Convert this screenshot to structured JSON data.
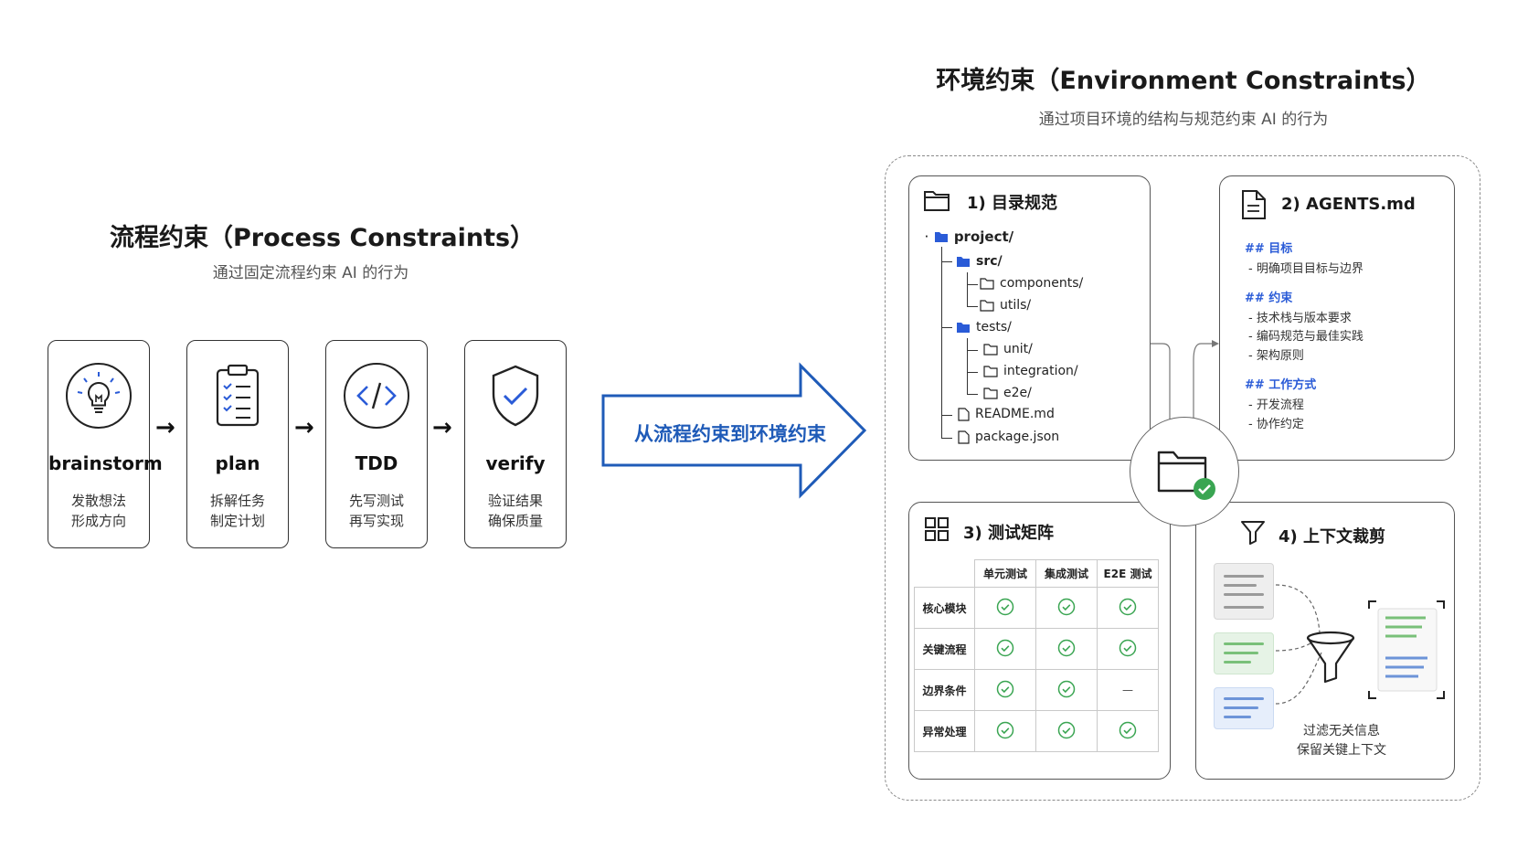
{
  "process": {
    "title": "流程约束（Process Constraints）",
    "subtitle": "通过固定流程约束 AI 的行为",
    "steps": [
      {
        "name": "brainstorm",
        "line1": "发散想法",
        "line2": "形成方向",
        "icon": "lightbulb-icon"
      },
      {
        "name": "plan",
        "line1": "拆解任务",
        "line2": "制定计划",
        "icon": "clipboard-checklist-icon"
      },
      {
        "name": "TDD",
        "line1": "先写测试",
        "line2": "再写实现",
        "icon": "code-icon"
      },
      {
        "name": "verify",
        "line1": "验证结果",
        "line2": "确保质量",
        "icon": "shield-check-icon"
      }
    ],
    "arrow_glyph": "→"
  },
  "transition": {
    "label": "从流程约束到环境约束",
    "color": "#1f5bb8"
  },
  "environment": {
    "title": "环境约束（Environment Constraints）",
    "subtitle": "通过项目环境的结构与规范约束 AI 的行为",
    "directory": {
      "title": "1) 目录规范",
      "items": {
        "root": "project/",
        "src": "src/",
        "components": "components/",
        "utils": "utils/",
        "tests": "tests/",
        "unit": "unit/",
        "integration": "integration/",
        "e2e": "e2e/",
        "readme": "README.md",
        "package": "package.json"
      }
    },
    "agents": {
      "title": "2) AGENTS.md",
      "sections": [
        {
          "heading": "## 目标",
          "items": [
            "- 明确项目目标与边界"
          ]
        },
        {
          "heading": "## 约束",
          "items": [
            "- 技术栈与版本要求",
            "- 编码规范与最佳实践",
            "- 架构原则"
          ]
        },
        {
          "heading": "## 工作方式",
          "items": [
            "- 开发流程",
            "- 协作约定"
          ]
        }
      ]
    },
    "matrix": {
      "title": "3) 测试矩阵",
      "columns": [
        "单元测试",
        "集成测试",
        "E2E 测试"
      ],
      "rows": [
        {
          "label": "核心模块",
          "cells": [
            "check",
            "check",
            "check"
          ]
        },
        {
          "label": "关键流程",
          "cells": [
            "check",
            "check",
            "check"
          ]
        },
        {
          "label": "边界条件",
          "cells": [
            "check",
            "check",
            "—"
          ]
        },
        {
          "label": "异常处理",
          "cells": [
            "check",
            "check",
            "check"
          ]
        }
      ],
      "check_color": "#3aa552"
    },
    "context": {
      "title": "4) 上下文裁剪",
      "caption_line1": "过滤无关信息",
      "caption_line2": "保留关键上下文"
    },
    "hub_icon": "folder-check-icon"
  }
}
